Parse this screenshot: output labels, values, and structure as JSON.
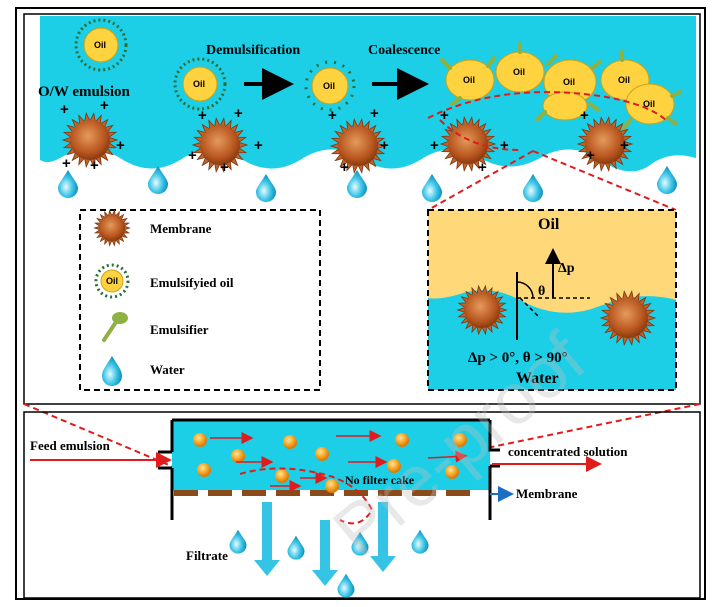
{
  "top_panel": {
    "emulsion_label": "O/W emulsion",
    "step1_label": "Demulsification",
    "step2_label": "Coalescence",
    "oil_label": "Oil",
    "charge_symbol": "+"
  },
  "legend": {
    "membrane_label": "Membrane",
    "emulsified_oil_label": "Emulsifyied oil",
    "emulsifier_label": "Emulsifier",
    "water_label": "Water"
  },
  "inset": {
    "oil_label": "Oil",
    "water_label": "Water",
    "dp_label": "Δp",
    "theta_label": "θ",
    "condition_label": "Δp > 0°, θ > 90°"
  },
  "bottom_panel": {
    "feed_label": "Feed emulsion",
    "concentrated_label": "concentrated solution",
    "no_cake_label": "No filter cake",
    "membrane_label": "Membrane",
    "filtrate_label": "Filtrate"
  },
  "watermark": "Pre-proof",
  "colors": {
    "water": "#1ccfe6",
    "oil": "#ffd23f",
    "membrane": "#c0622a",
    "emulsifier": "#8fb043",
    "arrow_red": "#e01b1b",
    "filtrate_blue": "#35c3e6",
    "membrane_arrow": "#1a6fc2"
  }
}
